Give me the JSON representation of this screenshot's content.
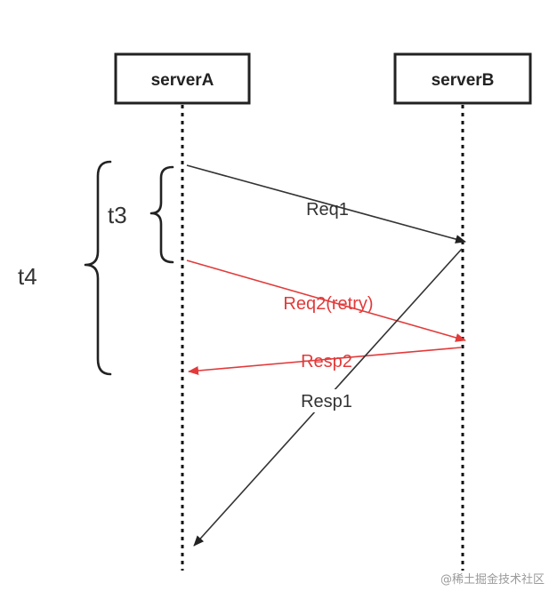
{
  "participants": {
    "server_a": "serverA",
    "server_b": "serverB"
  },
  "braces": {
    "inner": "t3",
    "outer": "t4"
  },
  "messages": {
    "req1": "Req1",
    "req2": "Req2(retry)",
    "resp2": "Resp2",
    "resp1": "Resp1"
  },
  "colors": {
    "black_message": "#333333",
    "red_message": "#e23a3a",
    "lines": "#222222"
  },
  "watermark": "@稀土掘金技术社区"
}
